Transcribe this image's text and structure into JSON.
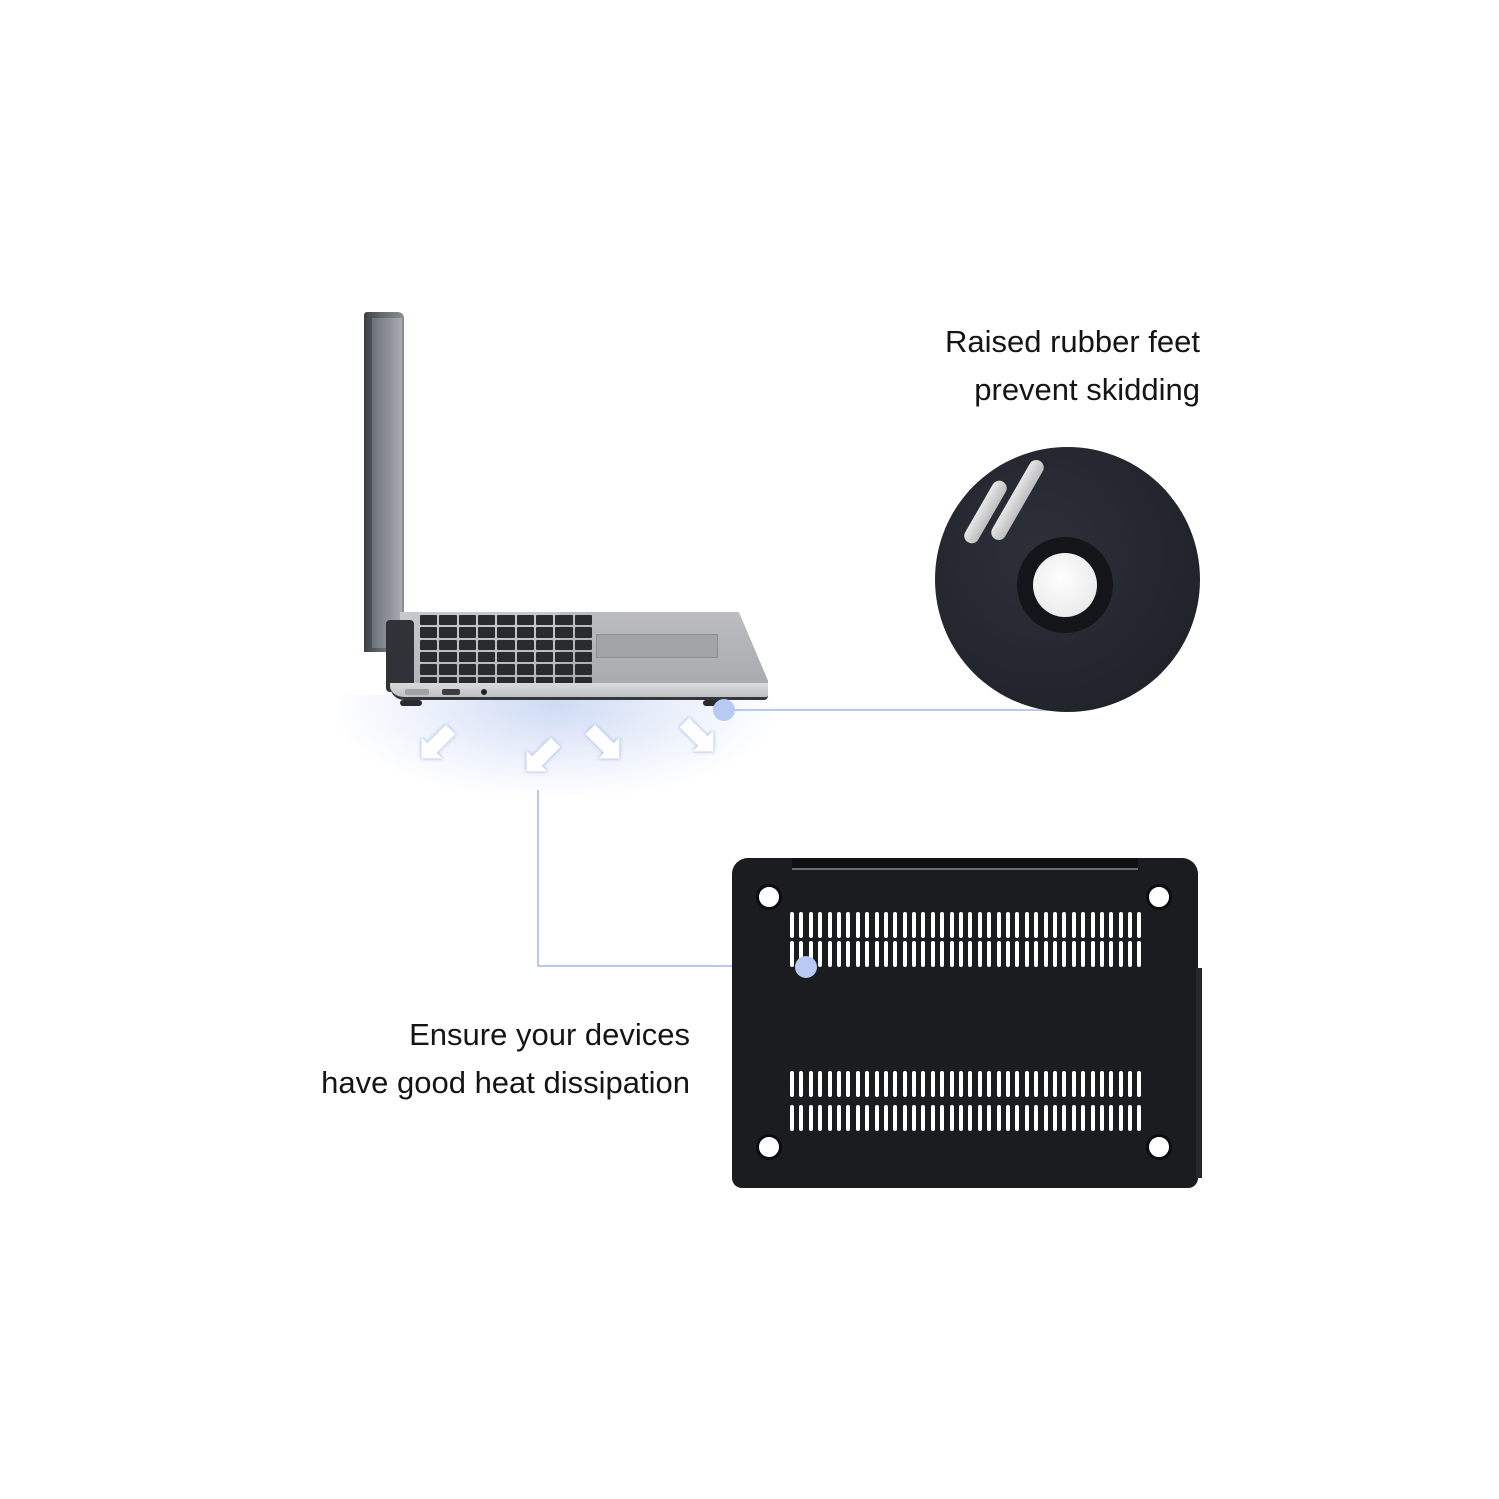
{
  "captions": {
    "feet": {
      "line1": "Raised rubber feet",
      "line2": "prevent skidding"
    },
    "heat": {
      "line1": "Ensure your devices",
      "line2": "have good heat dissipation"
    }
  },
  "colors": {
    "background": "#ffffff",
    "callout": "#b7caf3",
    "case": "#1b1c1f",
    "text": "#151515"
  },
  "icons": {
    "airflow_arrow": "⬋",
    "airflow_arrow_right": "⬊"
  }
}
